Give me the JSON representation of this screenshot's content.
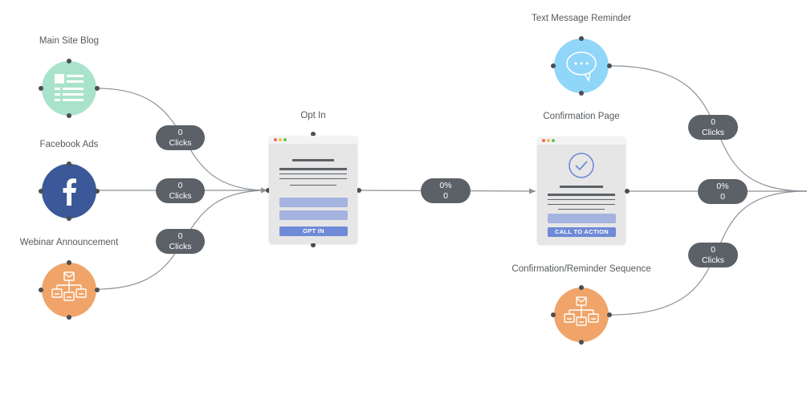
{
  "nodes": {
    "main_site_blog": {
      "label": "Main Site Blog",
      "icon": "blog-list-icon",
      "color": "#a9e3cc"
    },
    "facebook_ads": {
      "label": "Facebook Ads",
      "icon": "facebook-icon",
      "color": "#3b5998"
    },
    "webinar_announcement": {
      "label": "Webinar Announcement",
      "icon": "email-sequence-icon",
      "color": "#f0a469"
    },
    "opt_in": {
      "label": "Opt In",
      "button_text": "OPT IN"
    },
    "confirmation_page": {
      "label": "Confirmation Page",
      "button_text": "CALL TO ACTION"
    },
    "text_message_reminder": {
      "label": "Text Message Reminder",
      "icon": "chat-bubble-icon",
      "color": "#8fd6f8"
    },
    "confirmation_reminder_sequence": {
      "label": "Confirmation/Reminder Sequence",
      "icon": "email-sequence-icon",
      "color": "#f0a469"
    }
  },
  "connections": {
    "blog_to_optin": {
      "line1": "0",
      "line2": "Clicks"
    },
    "facebook_to_optin": {
      "line1": "0",
      "line2": "Clicks"
    },
    "webinar_to_optin": {
      "line1": "0",
      "line2": "Clicks"
    },
    "optin_to_confirmation": {
      "line1": "0%",
      "line2": "0"
    },
    "text_to_next": {
      "line1": "0",
      "line2": "Clicks"
    },
    "confirmation_to_next": {
      "line1": "0%",
      "line2": "0"
    },
    "sequence_to_next": {
      "line1": "0",
      "line2": "Clicks"
    }
  },
  "colors": {
    "connector": "#8d9296",
    "badge": "#5b6166",
    "port": "#4a4f54"
  }
}
